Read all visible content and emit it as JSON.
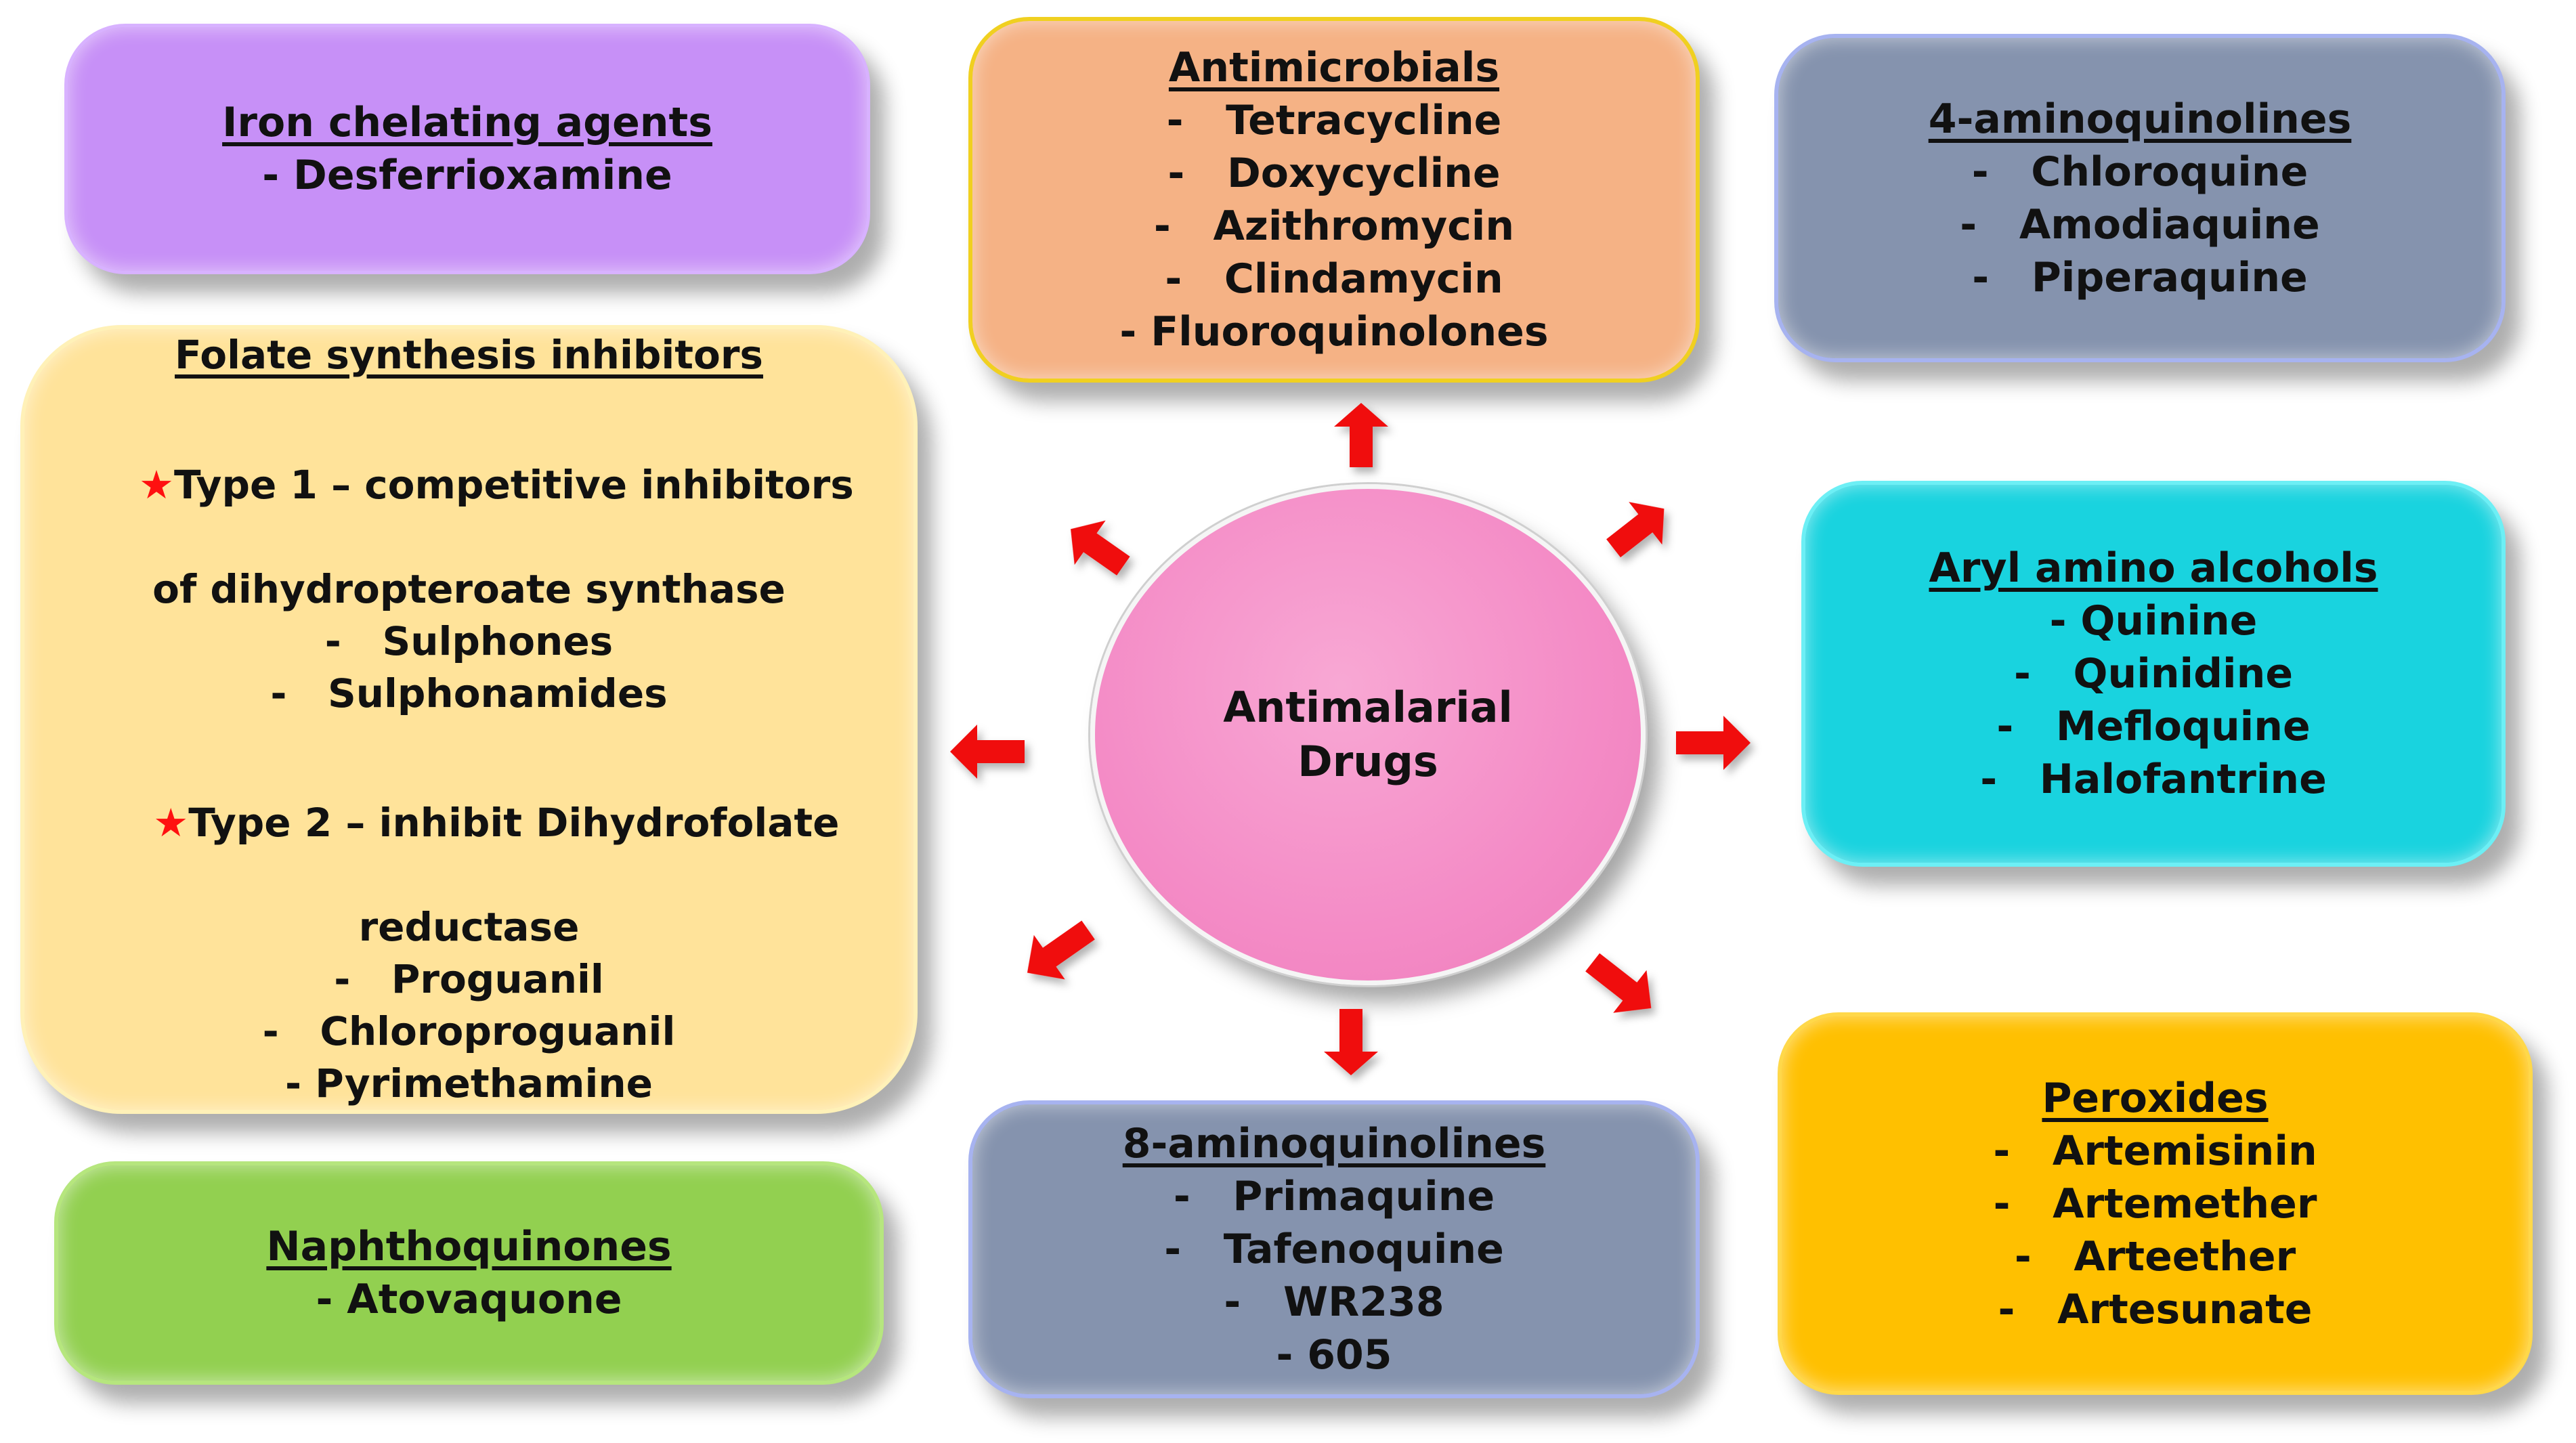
{
  "center": {
    "line1": "Antimalarial",
    "line2": "Drugs"
  },
  "boxes": {
    "iron": {
      "title": "Iron chelating agents",
      "items": [
        "- Desferrioxamine"
      ]
    },
    "antimicrobials": {
      "title": "Antimicrobials",
      "items": [
        "-   Tetracycline",
        "-   Doxycycline",
        "-   Azithromycin",
        "-   Clindamycin",
        "- Fluoroquinolones"
      ]
    },
    "aminoquinolines4": {
      "title": "4-aminoquinolines",
      "items": [
        "-   Chloroquine",
        "-   Amodiaquine",
        "-   Piperaquine"
      ]
    },
    "folate": {
      "title": "Folate synthesis inhibitors",
      "type1_line1": "Type 1 – competitive inhibitors",
      "type1_line2": "of dihydropteroate synthase",
      "type1_items": [
        "-   Sulphones",
        "-   Sulphonamides"
      ],
      "type2_line1": "Type 2 – inhibit Dihydrofolate",
      "type2_line2": "reductase",
      "type2_items": [
        "-   Proguanil",
        "-   Chloroproguanil",
        "- Pyrimethamine"
      ],
      "star": "★"
    },
    "aryl": {
      "title": "Aryl amino alcohols",
      "items": [
        "- Quinine",
        "-   Quinidine",
        "-   Mefloquine",
        "-   Halofantrine"
      ]
    },
    "naphthoquinones": {
      "title": "Naphthoquinones",
      "items": [
        "- Atovaquone"
      ]
    },
    "aminoquinolines8": {
      "title": "8-aminoquinolines",
      "items": [
        "-   Primaquine",
        "-   Tafenoquine",
        "-   WR238",
        "- 605"
      ]
    },
    "peroxides": {
      "title": "Peroxides",
      "items": [
        "-   Artemisinin",
        "-   Artemether",
        "-   Arteether",
        "-   Artesunate"
      ]
    }
  },
  "colors": {
    "arrow": "#f01010",
    "center": "#f48bc6",
    "iron": "#c790f7",
    "antimicrobials": "#f5b285",
    "aminoquinolines": "#8593ae",
    "folate": "#ffe39a",
    "aryl": "#19d3df",
    "naphthoquinones": "#92d050",
    "peroxides": "#ffc000"
  }
}
